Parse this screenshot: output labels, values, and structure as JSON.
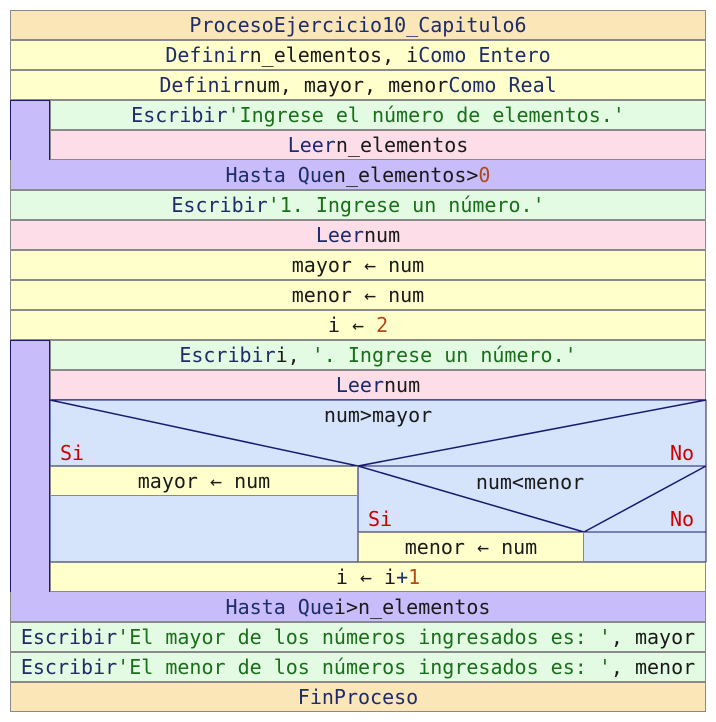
{
  "process": {
    "header_kw": "Proceso",
    "header_name": "Ejercicio10_Capitulo6",
    "footer": "FinProceso"
  },
  "definitions": {
    "line1_kw": "Definir",
    "line1_vars": "n_elementos, i",
    "line1_type": "Como Entero",
    "line2_kw": "Definir",
    "line2_vars": "num, mayor, menor",
    "line2_type": "Como Real"
  },
  "loop1": {
    "write_kw": "Escribir",
    "write_str": "'Ingrese el número de elementos.'",
    "read_kw": "Leer",
    "read_var": "n_elementos",
    "until_kw": "Hasta Que",
    "until_expr": "n_elementos>",
    "until_num": "0"
  },
  "main": {
    "write_kw": "Escribir",
    "write_str": "'1. Ingrese un número.'",
    "read_kw": "Leer",
    "read_var": "num",
    "assign_mayor": "mayor ← num",
    "assign_menor": "menor ← num",
    "assign_i_var": "i ← ",
    "assign_i_num": "2"
  },
  "loop2": {
    "write_kw": "Escribir",
    "write_vars": "i, ",
    "write_str": "'. Ingrese un número.'",
    "read_kw": "Leer",
    "read_var": "num",
    "cond1": "num>mayor",
    "cond1_yes": "Si",
    "cond1_no": "No",
    "cond1_yes_stmt": "mayor ← num",
    "cond2": "num<menor",
    "cond2_yes": "Si",
    "cond2_no": "No",
    "cond2_yes_stmt": "menor ← num",
    "incr_var": "i ← i",
    "incr_op": "+",
    "incr_num": "1",
    "until_kw": "Hasta Que",
    "until_expr": "i>n_elementos"
  },
  "output": {
    "line1_kw": "Escribir",
    "line1_str": "'El mayor de los números ingresados es: '",
    "line1_var": ", mayor",
    "line2_kw": "Escribir",
    "line2_str": "'El menor de los números ingresados es: '",
    "line2_var": ", menor"
  },
  "colors": {
    "keyword": "#1e2c6a",
    "string": "#1b6e1b",
    "number": "#b04a17",
    "yes_no": "#cc0000",
    "process_bg": "#fbe6b8",
    "define_bg": "#ffffcc",
    "write_bg": "#e2fbe2",
    "read_bg": "#fcdde8",
    "loop_bg": "#c8bcfb",
    "condition_bg": "#d6e4fb"
  }
}
